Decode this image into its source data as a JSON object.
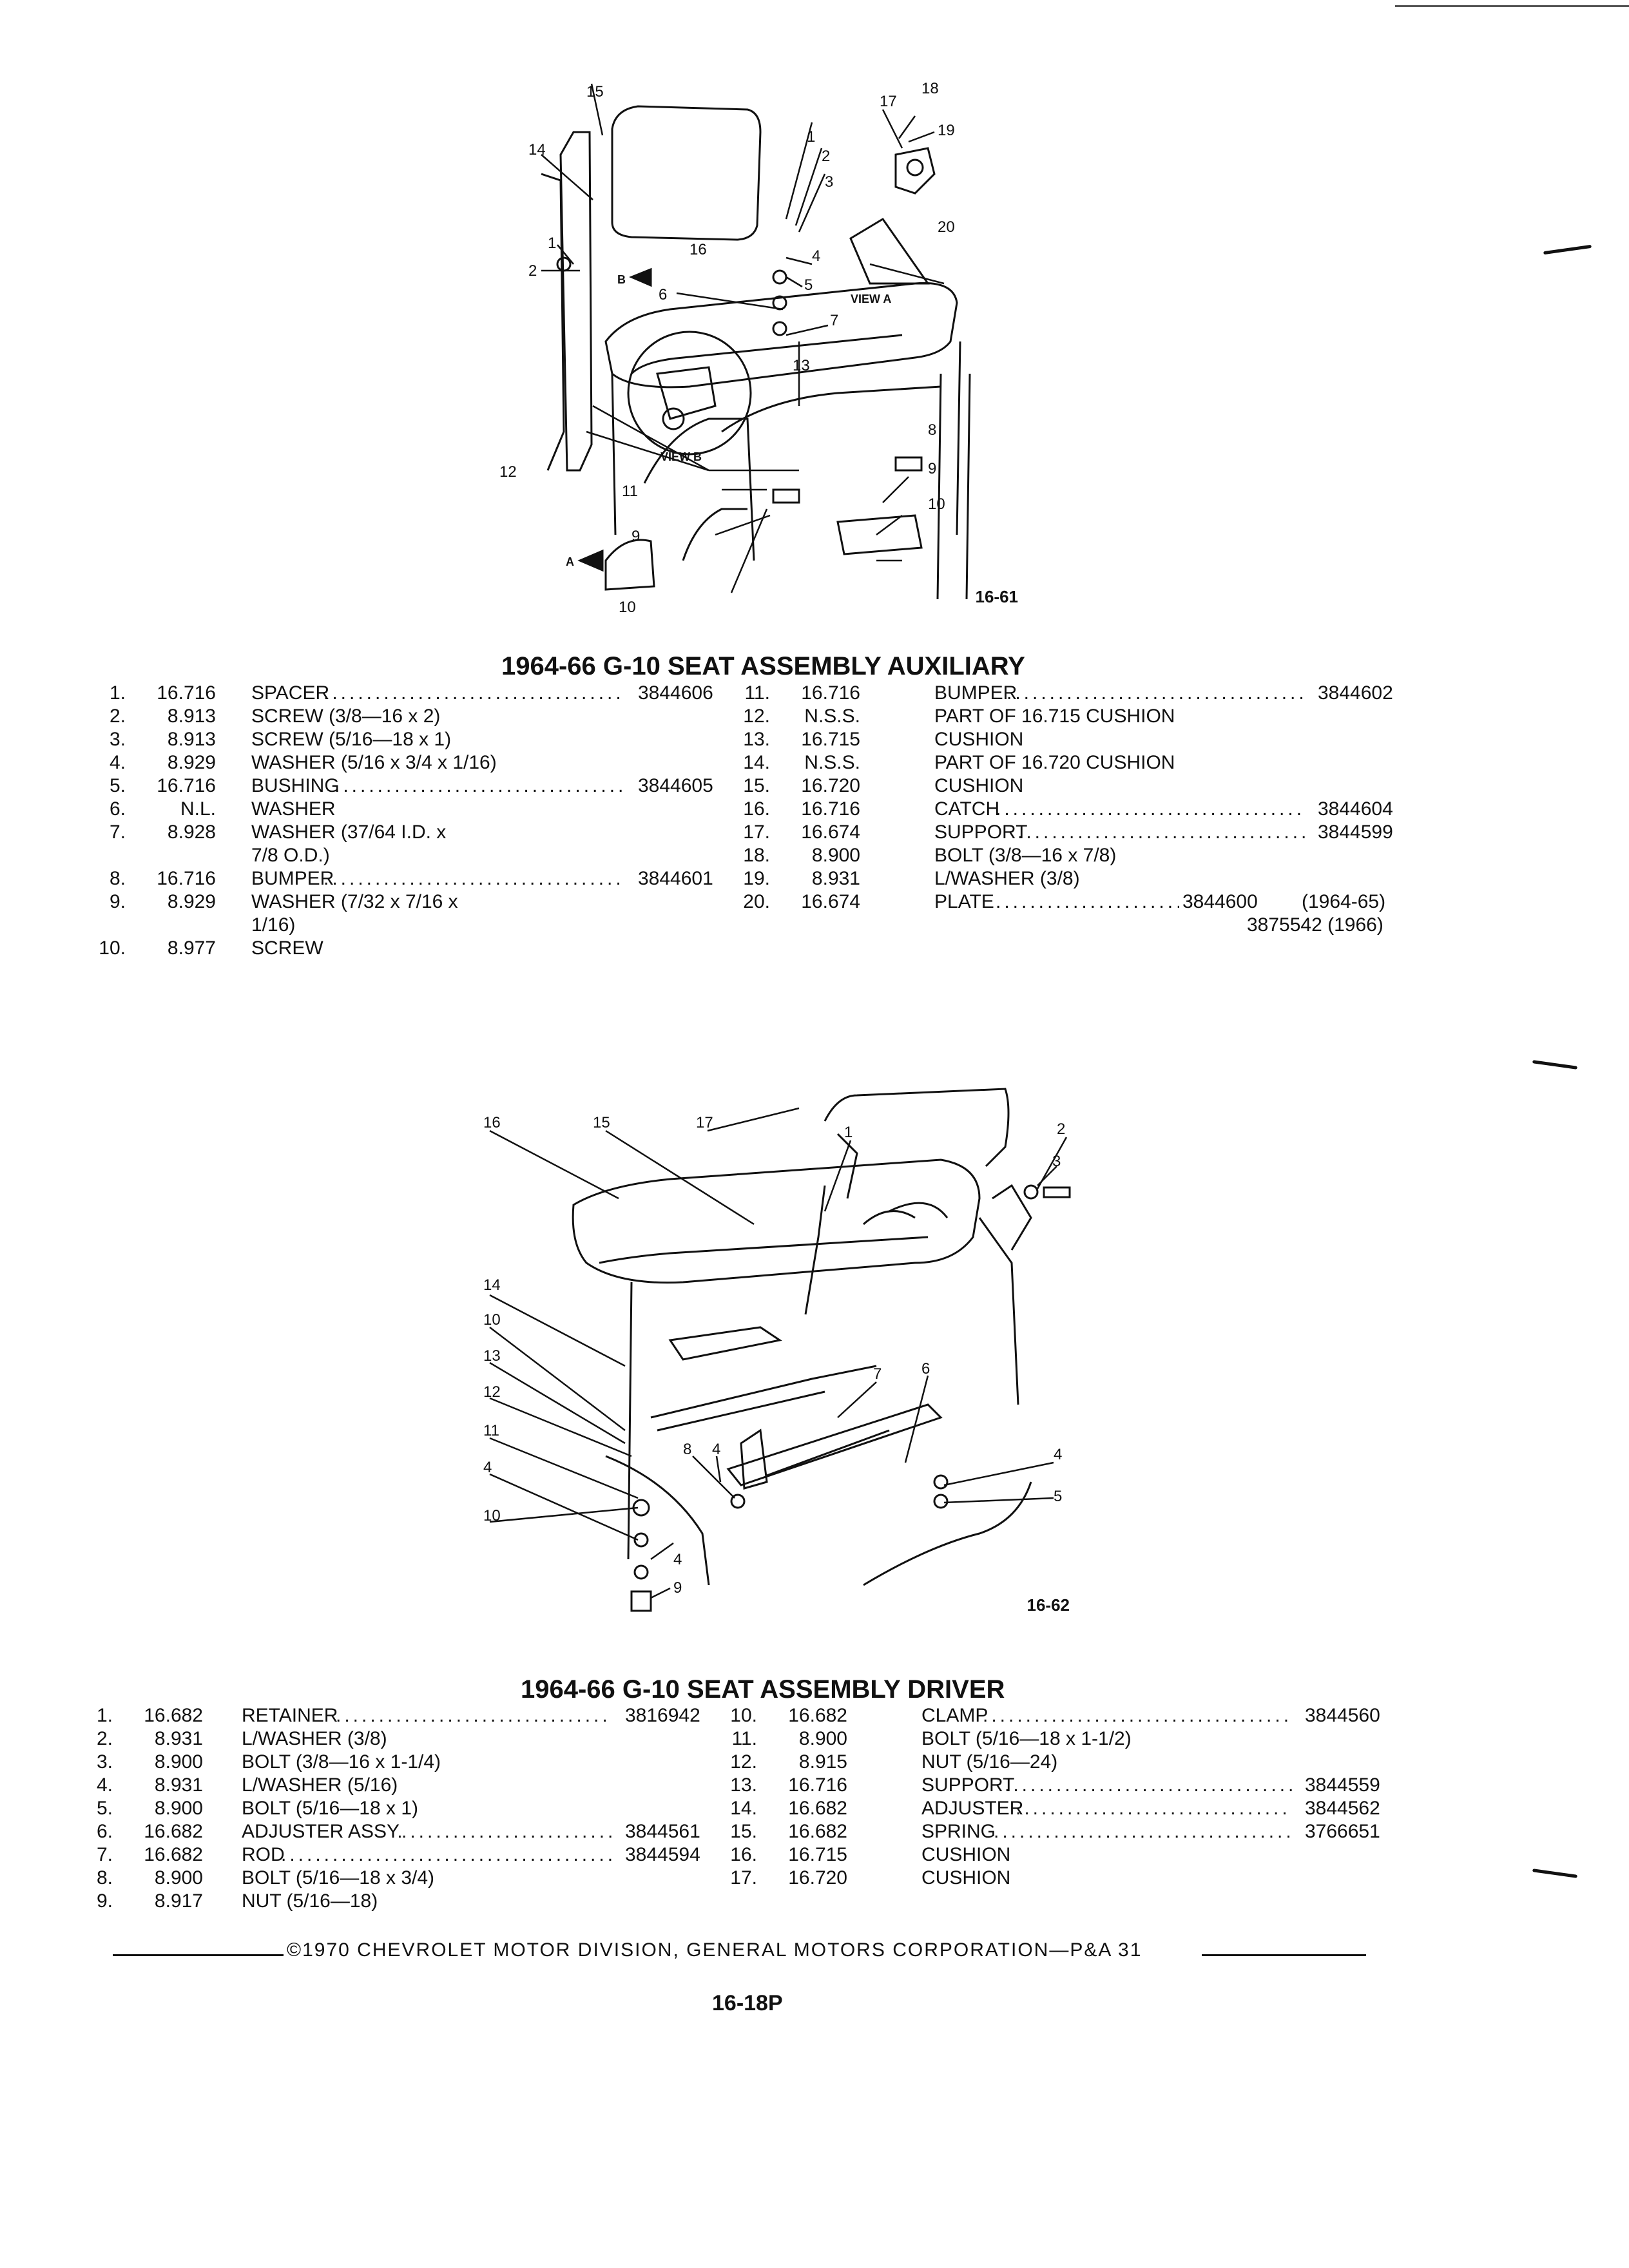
{
  "fig1": {
    "code": "16-61",
    "callouts": [
      "1",
      "2",
      "3",
      "4",
      "5",
      "6",
      "7",
      "8",
      "9",
      "10",
      "11",
      "12",
      "13",
      "14",
      "15",
      "16",
      "17",
      "18",
      "19",
      "20"
    ],
    "view_a": "VIEW A",
    "view_b": "VIEW B",
    "marker_a": "A",
    "marker_b": "B"
  },
  "section1": {
    "title": "1964-66 G-10 SEAT ASSEMBLY AUXILIARY",
    "left": [
      {
        "n": "1.",
        "code": "16.716",
        "desc": "SPACER",
        "part": "3844606"
      },
      {
        "n": "2.",
        "code": "8.913",
        "desc": "SCREW (3/8—16 x 2)",
        "part": ""
      },
      {
        "n": "3.",
        "code": "8.913",
        "desc": "SCREW (5/16—18 x 1)",
        "part": ""
      },
      {
        "n": "4.",
        "code": "8.929",
        "desc": "WASHER (5/16 x 3/4 x 1/16)",
        "part": ""
      },
      {
        "n": "5.",
        "code": "16.716",
        "desc": "BUSHING",
        "part": "3844605"
      },
      {
        "n": "6.",
        "code": "N.L.",
        "desc": "WASHER",
        "part": ""
      },
      {
        "n": "7.",
        "code": "8.928",
        "desc": "WASHER (37/64 I.D. x\n7/8 O.D.)",
        "part": ""
      },
      {
        "n": "8.",
        "code": "16.716",
        "desc": "BUMPER",
        "part": "3844601"
      },
      {
        "n": "9.",
        "code": "8.929",
        "desc": "WASHER (7/32 x 7/16 x\n1/16)",
        "part": ""
      },
      {
        "n": "10.",
        "code": "8.977",
        "desc": "SCREW",
        "part": ""
      }
    ],
    "right": [
      {
        "n": "11.",
        "code": "16.716",
        "desc": "BUMPER",
        "part": "3844602"
      },
      {
        "n": "12.",
        "code": "N.S.S.",
        "desc": "PART OF 16.715 CUSHION",
        "part": ""
      },
      {
        "n": "13.",
        "code": "16.715",
        "desc": "CUSHION",
        "part": ""
      },
      {
        "n": "14.",
        "code": "N.S.S.",
        "desc": "PART OF 16.720 CUSHION",
        "part": ""
      },
      {
        "n": "15.",
        "code": "16.720",
        "desc": "CUSHION",
        "part": ""
      },
      {
        "n": "16.",
        "code": "16.716",
        "desc": "CATCH",
        "part": "3844604"
      },
      {
        "n": "17.",
        "code": "16.674",
        "desc": "SUPPORT",
        "part": "3844599"
      },
      {
        "n": "18.",
        "code": "8.900",
        "desc": "BOLT (3/8—16 x 7/8)",
        "part": ""
      },
      {
        "n": "19.",
        "code": "8.931",
        "desc": "L/WASHER (3/8)",
        "part": ""
      },
      {
        "n": "20.",
        "code": "16.674",
        "desc": "PLATE",
        "part": "3844600",
        "years": "(1964-65)",
        "part2": "3875542 (1966)"
      }
    ]
  },
  "fig2": {
    "code": "16-62",
    "callouts": [
      "1",
      "2",
      "3",
      "4",
      "4",
      "4",
      "5",
      "6",
      "7",
      "8",
      "9",
      "10",
      "10",
      "11",
      "12",
      "13",
      "14",
      "15",
      "16",
      "17"
    ]
  },
  "section2": {
    "title": "1964-66 G-10 SEAT ASSEMBLY DRIVER",
    "left": [
      {
        "n": "1.",
        "code": "16.682",
        "desc": "RETAINER",
        "part": "3816942"
      },
      {
        "n": "2.",
        "code": "8.931",
        "desc": "L/WASHER (3/8)",
        "part": ""
      },
      {
        "n": "3.",
        "code": "8.900",
        "desc": "BOLT (3/8—16 x 1-1/4)",
        "part": ""
      },
      {
        "n": "4.",
        "code": "8.931",
        "desc": "L/WASHER (5/16)",
        "part": ""
      },
      {
        "n": "5.",
        "code": "8.900",
        "desc": "BOLT (5/16—18 x 1)",
        "part": ""
      },
      {
        "n": "6.",
        "code": "16.682",
        "desc": "ADJUSTER ASSY.",
        "part": "3844561"
      },
      {
        "n": "7.",
        "code": "16.682",
        "desc": "ROD",
        "part": "3844594"
      },
      {
        "n": "8.",
        "code": "8.900",
        "desc": "BOLT (5/16—18 x 3/4)",
        "part": ""
      },
      {
        "n": "9.",
        "code": "8.917",
        "desc": "NUT (5/16—18)",
        "part": ""
      }
    ],
    "right": [
      {
        "n": "10.",
        "code": "16.682",
        "desc": "CLAMP",
        "part": "3844560"
      },
      {
        "n": "11.",
        "code": "8.900",
        "desc": "BOLT (5/16—18 x 1-1/2)",
        "part": ""
      },
      {
        "n": "12.",
        "code": "8.915",
        "desc": "NUT (5/16—24)",
        "part": ""
      },
      {
        "n": "13.",
        "code": "16.716",
        "desc": "SUPPORT",
        "part": "3844559"
      },
      {
        "n": "14.",
        "code": "16.682",
        "desc": "ADJUSTER",
        "part": "3844562"
      },
      {
        "n": "15.",
        "code": "16.682",
        "desc": "SPRING",
        "part": "3766651"
      },
      {
        "n": "16.",
        "code": "16.715",
        "desc": "CUSHION",
        "part": ""
      },
      {
        "n": "17.",
        "code": "16.720",
        "desc": "CUSHION",
        "part": ""
      }
    ]
  },
  "footer": {
    "copyright": "©1970 CHEVROLET MOTOR DIVISION, GENERAL MOTORS CORPORATION—P&A 31",
    "page": "16-18P"
  }
}
